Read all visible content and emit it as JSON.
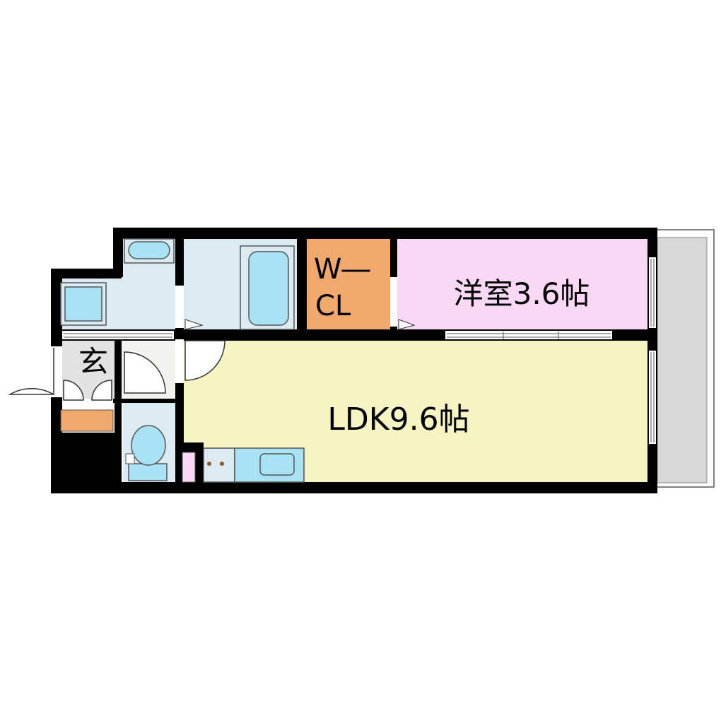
{
  "floor_plan": {
    "rooms": {
      "western_room": {
        "label": "洋室3.6帖",
        "color": "#f8d8f4"
      },
      "ldk": {
        "label": "LDK9.6帖",
        "color": "#f6f4c2"
      },
      "walk_in_closet": {
        "label_line1": "W―",
        "label_line2": "CL",
        "color": "#f0a86c"
      },
      "entrance": {
        "label": "玄",
        "color": "#e2e2e2"
      },
      "bathroom": {
        "color": "#dceaf2"
      },
      "washroom": {
        "color": "#dceaf2"
      },
      "toilet_room": {
        "color": "#dceaf2"
      },
      "balcony": {
        "color": "#d8d8d8"
      }
    },
    "fixtures": {
      "fixture_fill": "#a8e2f4",
      "shoe_cabinet": "#f0a86c",
      "refrigerator_space": "#f8d8f4"
    },
    "wall_color": "#000000"
  }
}
